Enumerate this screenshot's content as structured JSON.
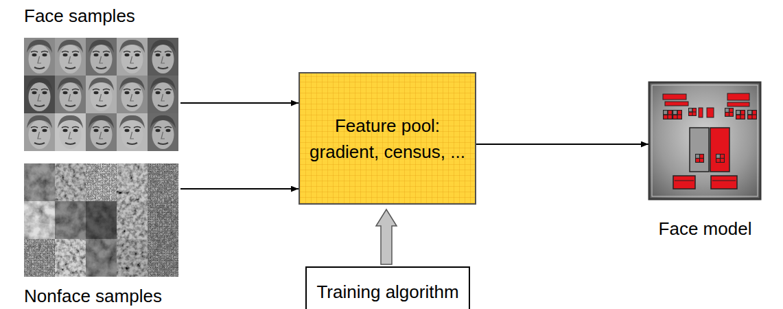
{
  "diagram": {
    "nodes": [
      {
        "text": [
          "Face samples"
        ]
      },
      {
        "text": [
          "Nonface samples"
        ]
      },
      {
        "text": [
          "Feature pool: gradient, census, ..."
        ]
      },
      {
        "text": [
          "Training algorithm"
        ]
      },
      {
        "text": [
          "Face model"
        ]
      }
    ],
    "edges": [
      {
        "from": 0,
        "to": 2,
        "arrow": "to"
      },
      {
        "from": 1,
        "to": 2,
        "arrow": "to"
      },
      {
        "from": 3,
        "to": 2,
        "arrow": "to"
      },
      {
        "from": 2,
        "to": 4,
        "arrow": "to"
      }
    ]
  }
}
